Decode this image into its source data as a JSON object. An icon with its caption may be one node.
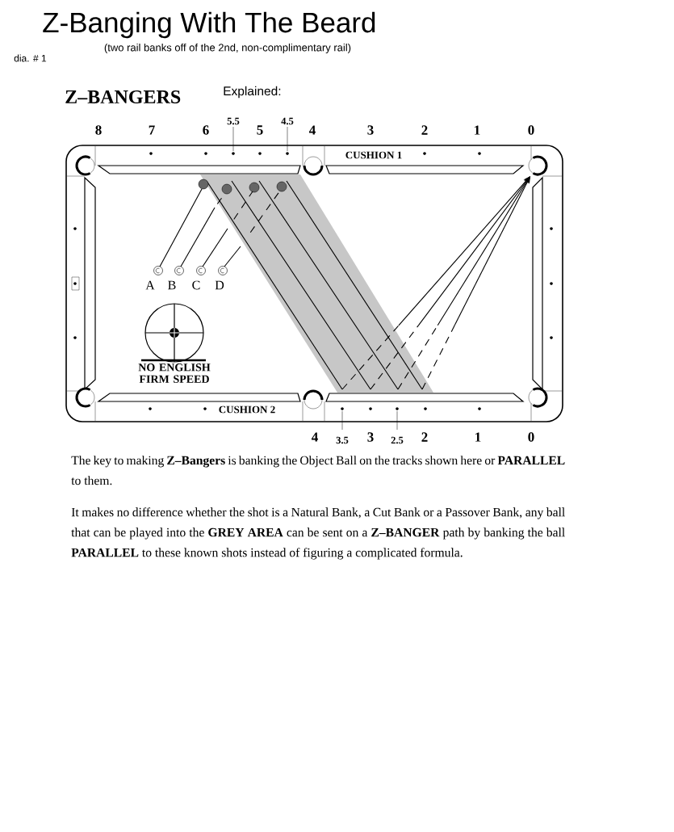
{
  "diagram": {
    "title": "Z-Banging With The Beard",
    "labels": [
      "dia. # 1",
      "(two rail banks off of the 2nd, non-complimentary rail)",
      "Z–BANGERS",
      "Explained:",
      "8",
      "7",
      "6",
      "5.5",
      "5",
      "4.5",
      "4",
      "3",
      "2",
      "1",
      "0",
      "CUSHION 1",
      "A",
      "B",
      "C",
      "D",
      "NO ENGLISH FIRM SPEED",
      "CUSHION 2",
      "4",
      "3.5",
      "3",
      "2.5",
      "2",
      "1",
      "0",
      "The key to making **Z–Bangers** is banking the Object Ball on the tracks shown here or **PARALLEL** to them.",
      "It makes no difference whether the shot is a Natural Bank, a Cut Bank or a Passover Bank, any ball that can be played into the **GREY AREA** can be sent on a **Z–BANGER** path by banking the ball **PARALLEL** to these known shots instead of figuring a complicated formula."
    ]
  }
}
